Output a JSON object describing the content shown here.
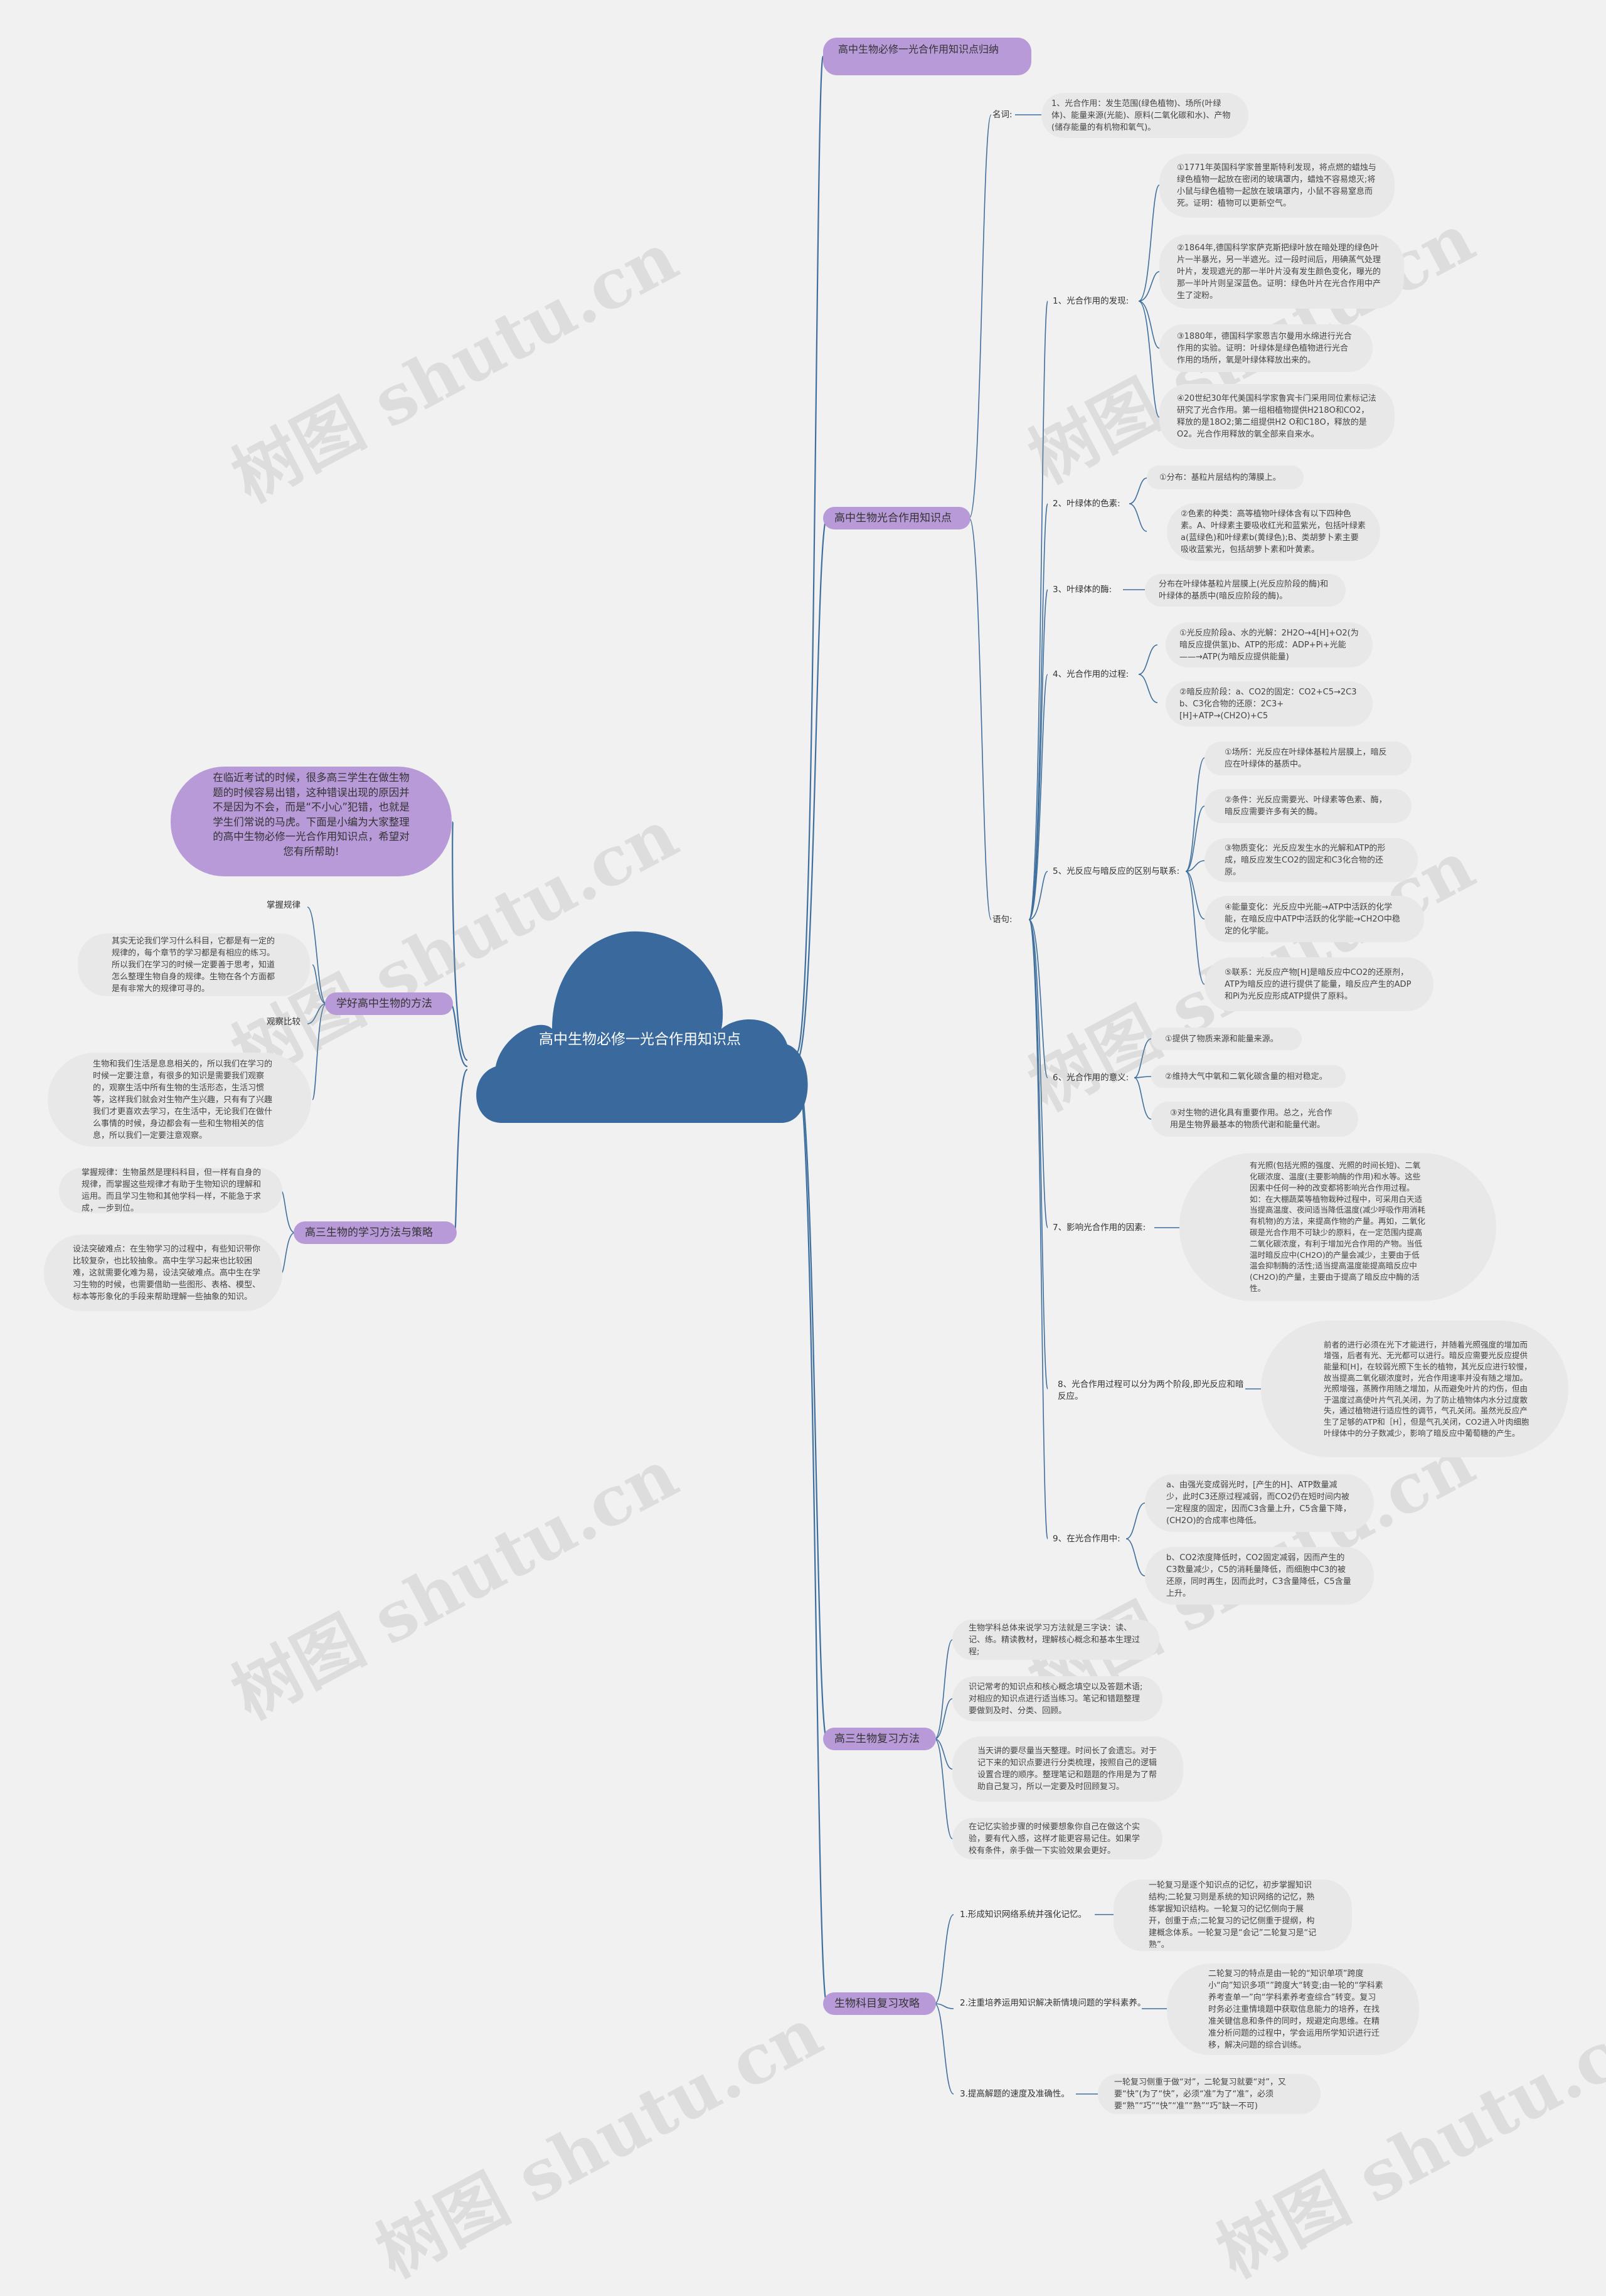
{
  "root": {
    "title": "高中生物必修一光合作用知识点"
  },
  "intro": "在临近考试的时候，很多高三学生在做生物题的时候容易出错，这种错误出现的原因并不是因为不会，而是“不小心”犯错，也就是学生们常说的马虎。下面是小编为大家整理的高中生物必修一光合作用知识点，希望对您有所帮助!",
  "watermark": "树图 shutu.cn",
  "branches": {
    "b0": "高中生物必修一光合作用知识点归纳",
    "b1": "高中生物光合作用知识点",
    "b2": "高三生物复习方法",
    "b3": "生物科目复习攻略",
    "b4": "学好高中生物的方法",
    "b5": "高三生物的学习方法与策略"
  },
  "labels": {
    "mingci": "名词:",
    "yudian": "语句:",
    "s1": "1、光合作用的发现:",
    "s2": "2、叶绿体的色素:",
    "s3": "3、叶绿体的酶:",
    "s4": "4、光合作用的过程:",
    "s5": "5、光反应与暗反应的区别与联系:",
    "s6": "6、光合作用的意义:",
    "s7": "7、影响光合作用的因素:",
    "s8": "8、光合作用过程可以分为两个阶段,即光反应和暗反应。",
    "s9": "9、在光合作用中:",
    "g1": "1.形成知识网络系统并强化记忆。",
    "g2": "2.注重培养运用知识解决新情境问题的学科素养。",
    "g3": "3.提高解题的速度及准确性。",
    "zhang": "掌握规律",
    "guan": "观察比较"
  },
  "notes": {
    "mingci": "1、光合作用：发生范围(绿色植物)、场所(叶绿体)、能量来源(光能)、原料(二氧化碳和水)、产物(储存能量的有机物和氧气)。",
    "s1a": "①1771年英国科学家普里斯特利发现，将点燃的蜡烛与绿色植物一起放在密闭的玻璃罩内，蜡烛不容易熄灭;将小鼠与绿色植物一起放在玻璃罩内，小鼠不容易窒息而死。证明：植物可以更新空气。",
    "s1b": "②1864年,德国科学家萨克斯把绿叶放在暗处理的绿色叶片一半暴光，另一半遮光。过一段时间后，用碘蒸气处理叶片，发现遮光的那一半叶片没有发生颜色变化，曝光的那一半叶片则呈深蓝色。证明：绿色叶片在光合作用中产生了淀粉。",
    "s1c": "③1880年，德国科学家恩吉尔曼用水绵进行光合作用的实验。证明：叶绿体是绿色植物进行光合作用的场所，氧是叶绿体释放出来的。",
    "s1d": "④20世纪30年代美国科学家鲁宾卡门采用同位素标记法研究了光合作用。第一组相植物提供H218O和CO2，释放的是18O2;第二组提供H2 O和C18O，释放的是O2。光合作用释放的氧全部来自来水。",
    "s2a": "①分布：基粒片层结构的薄膜上。",
    "s2b": "②色素的种类：高等植物叶绿体含有以下四种色素。A、叶绿素主要吸收红光和蓝紫光，包括叶绿素a(蓝绿色)和叶绿素b(黄绿色);B、类胡萝卜素主要吸收蓝紫光，包括胡萝卜素和叶黄素。",
    "s3a": "分布在叶绿体基粒片层膜上(光反应阶段的酶)和叶绿体的基质中(暗反应阶段的酶)。",
    "s4a": "①光反应阶段a、水的光解：2H2O→4[H]+O2(为暗反应提供氢)b、ATP的形成：ADP+Pi+光能——→ATP(为暗反应提供能量)",
    "s4b": "②暗反应阶段：a、CO2的固定：CO2+C5→2C3 b、C3化合物的还原：2C3+[H]+ATP→(CH2O)+C5",
    "s5a": "①场所：光反应在叶绿体基粒片层膜上，暗反应在叶绿体的基质中。",
    "s5b": "②条件：光反应需要光、叶绿素等色素、酶，暗反应需要许多有关的酶。",
    "s5c": "③物质变化：光反应发生水的光解和ATP的形成，暗反应发生CO2的固定和C3化合物的还原。",
    "s5d": "④能量变化：光反应中光能→ATP中活跃的化学能，在暗反应中ATP中活跃的化学能→CH2O中稳定的化学能。",
    "s5e": "⑤联系：光反应产物[H]是暗反应中CO2的还原剂，ATP为暗反应的进行提供了能量，暗反应产生的ADP和Pi为光反应形成ATP提供了原料。",
    "s6a": "①提供了物质来源和能量来源。",
    "s6b": "②维持大气中氧和二氧化碳含量的相对稳定。",
    "s6c": "③对生物的进化具有重要作用。总之，光合作用是生物界最基本的物质代谢和能量代谢。",
    "s7a": "有光照(包括光照的强度、光照的时间长短)、二氧化碳浓度、温度(主要影响酶的作用)和水等。这些因素中任何一种的改变都将影响光合作用过程。如：在大棚蔬菜等植物栽种过程中，可采用白天适当提高温度、夜间适当降低温度(减少呼吸作用消耗有机物)的方法，来提高作物的产量。再如，二氧化碳是光合作用不可缺少的原料，在一定范围内提高二氧化碳浓度，有利于增加光合作用的产物。当低温时暗反应中(CH2O)的产量会减少，主要由于低温会抑制酶的活性;适当提高温度能提高暗反应中(CH2O)的产量，主要由于提高了暗反应中酶的活性。",
    "s8a": "前者的进行必须在光下才能进行，并随着光照强度的增加而增强，后者有光、无光都可以进行。暗反应需要光反应提供能量和[H]，在较弱光照下生长的植物，其光反应进行较慢，故当提高二氧化碳浓度时，光合作用速率并没有随之增加。光照增强，蒸腾作用随之增加，从而避免叶片的灼伤，但由于温度过高使叶片气孔关闭，为了防止植物体内水分过度散失，通过植物进行适应性的调节，气孔关闭。虽然光反应产生了足够的ATP和［H］，但是气孔关闭，CO2进入叶肉细胞叶绿体中的分子数减少，影响了暗反应中葡萄糖的产生。",
    "s9a": "a、由强光变成弱光时，[产生的H]、ATP数量减少，此时C3还原过程减弱，而CO2仍在短时间内被一定程度的固定，因而C3含量上升，C5含量下降，(CH2O)的合成率也降低。",
    "s9b": "b、CO2浓度降低时，CO2固定减弱，因而产生的C3数量减少，C5的消耗量降低，而细胞中C3的被还原，同时再生，因而此时，C3含量降低，C5含量上升。",
    "f1": "生物学科总体来说学习方法就是三字诀：读、记、练。精读教材，理解核心概念和基本生理过程;",
    "f2": "识记常考的知识点和核心概念填空以及答题术语;对相应的知识点进行适当练习。笔记和错题整理要做到及时、分类、回顾。",
    "f3": "当天讲的要尽量当天整理。时间长了会遗忘。对于记下来的知识点要进行分类梳理，按照自己的逻辑设置合理的顺序。整理笔记和题题的作用是为了帮助自己复习，所以一定要及时回顾复习。",
    "f4": "在记忆实验步骤的时候要想象你自己在做这个实验，要有代入感，这样才能更容易记住。如果学校有条件，亲手做一下实验效果会更好。",
    "g1a": "一轮复习是逐个知识点的记忆，初步掌握知识结构;二轮复习则是系统的知识网络的记忆，熟练掌握知识结构。一轮复习的记忆侧向于展开，创重于点;二轮复习的记忆侧重于提纲，构建概念体系。一轮复习是“会记”二轮复习是“记熟”。",
    "g2a": "二轮复习的特点是由一轮的“知识单项”跨度小“向”知识多项“”跨度大“转变;由一轮的“学科素养考查单一”向“学科素养考查综合”转变。复习时务必注重情境题中获取信息能力的培养，在找准关键信息和条件的同时，规避定向思维。在精准分析问题的过程中，学会运用所学知识进行迁移，解决问题的综合训练。",
    "g3a": "一轮复习侧重于做“对”，二轮复习就要“对”，又要“快”(为了“快”，必须“准”为了“准”，必须要“熟”“巧”“快”“准”“熟”“巧”缺一不可)",
    "m1": "其实无论我们学习什么科目，它都是有一定的规律的，每个章节的学习都是有相应的练习。所以我们在学习的时候一定要善于思考，知道怎么整理生物自身的规律。生物在各个方面都是有非常大的规律可寻的。",
    "m2": "生物和我们生活是息息相关的，所以我们在学习的时候一定要注意，有很多的知识是需要我们观察的，观察生活中所有生物的生活形态，生活习惯等，这样我们就会对生物产生兴趣，只有有了兴趣我们才更喜欢去学习，在生活中，无论我们在做什么事情的时候，身边都会有一些和生物相关的信息，所以我们一定要注意观察。",
    "p1": "掌握规律：生物虽然是理科科目，但一样有自身的规律，而掌握这些规律才有助于生物知识的理解和运用。而且学习生物和其他学科一样，不能急于求成，一步到位。",
    "p2": "设法突破难点：在生物学习的过程中，有些知识带你比较复杂，也比较抽象。高中生学习起来也比较困难，这就需要化难为易，设法突破难点。高中生在学习生物的时候，也需要借助一些图形、表格、模型、标本等形象化的手段来帮助理解一些抽象的知识。"
  },
  "colors": {
    "cloud": "#3a6a9d",
    "branch": "#b99ad9",
    "line": "#3f6f9d",
    "note": "#e8e8e8"
  }
}
